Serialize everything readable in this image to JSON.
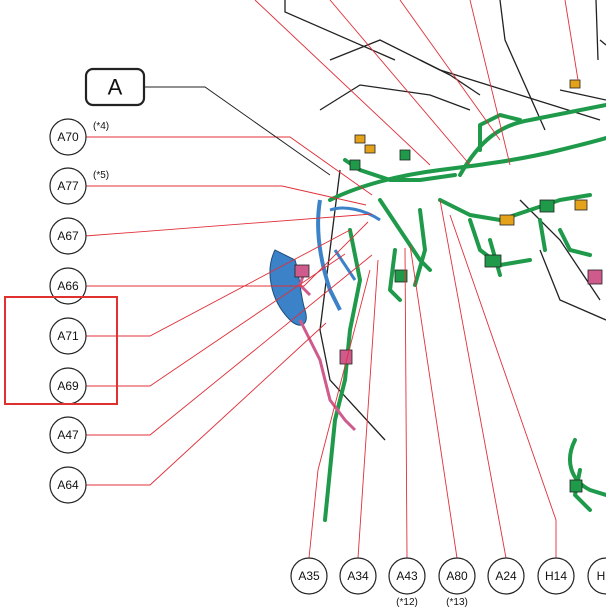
{
  "diagram": {
    "callout": "A",
    "connectors_left": [
      {
        "id": "A70",
        "note": "(*4)"
      },
      {
        "id": "A77",
        "note": "(*5)"
      },
      {
        "id": "A67",
        "note": ""
      },
      {
        "id": "A66",
        "note": ""
      },
      {
        "id": "A71",
        "note": ""
      },
      {
        "id": "A69",
        "note": ""
      },
      {
        "id": "A47",
        "note": ""
      },
      {
        "id": "A64",
        "note": ""
      }
    ],
    "connectors_bottom": [
      {
        "id": "A35",
        "note": ""
      },
      {
        "id": "A34",
        "note": ""
      },
      {
        "id": "A43",
        "note": "(*12)"
      },
      {
        "id": "A80",
        "note": "(*13)"
      },
      {
        "id": "A24",
        "note": ""
      },
      {
        "id": "H14",
        "note": ""
      },
      {
        "id": "H",
        "note": ""
      }
    ],
    "colors": {
      "leader": "#e0303a",
      "harness_green": "#1e9a4a",
      "harness_blue": "#3b82c8",
      "pink": "#cf5a8c",
      "orange": "#e3a21a",
      "highlight_box": "#e03030",
      "outline": "#222222"
    }
  }
}
